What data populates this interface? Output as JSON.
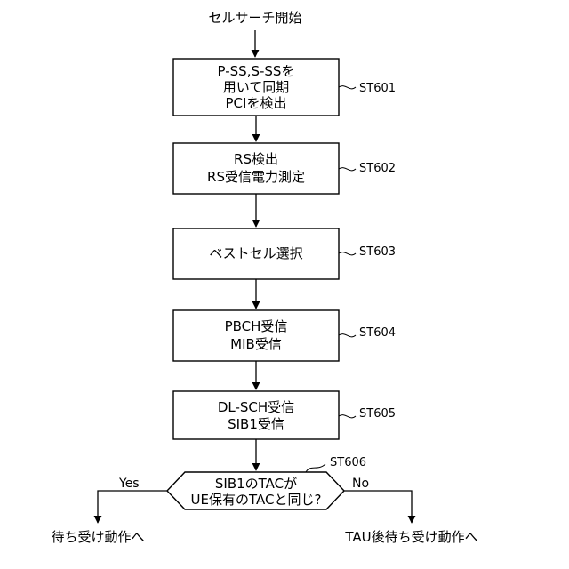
{
  "start_label": "セルサーチ開始",
  "steps": [
    {
      "ref": "ST601",
      "lines": [
        "P-SS,S-SSを",
        "用いて同期",
        "PCIを検出"
      ]
    },
    {
      "ref": "ST602",
      "lines": [
        "RS検出",
        "RS受信電力測定"
      ]
    },
    {
      "ref": "ST603",
      "lines": [
        "ベストセル選択"
      ]
    },
    {
      "ref": "ST604",
      "lines": [
        "PBCH受信",
        "MIB受信"
      ]
    },
    {
      "ref": "ST605",
      "lines": [
        "DL-SCH受信",
        "SIB1受信"
      ]
    }
  ],
  "decision": {
    "ref": "ST606",
    "lines": [
      "SIB1のTACが",
      "UE保有のTACと同じ?"
    ],
    "yes_label": "Yes",
    "no_label": "No"
  },
  "end_yes_label": "待ち受け動作へ",
  "end_no_label": "TAU後待ち受け動作へ"
}
